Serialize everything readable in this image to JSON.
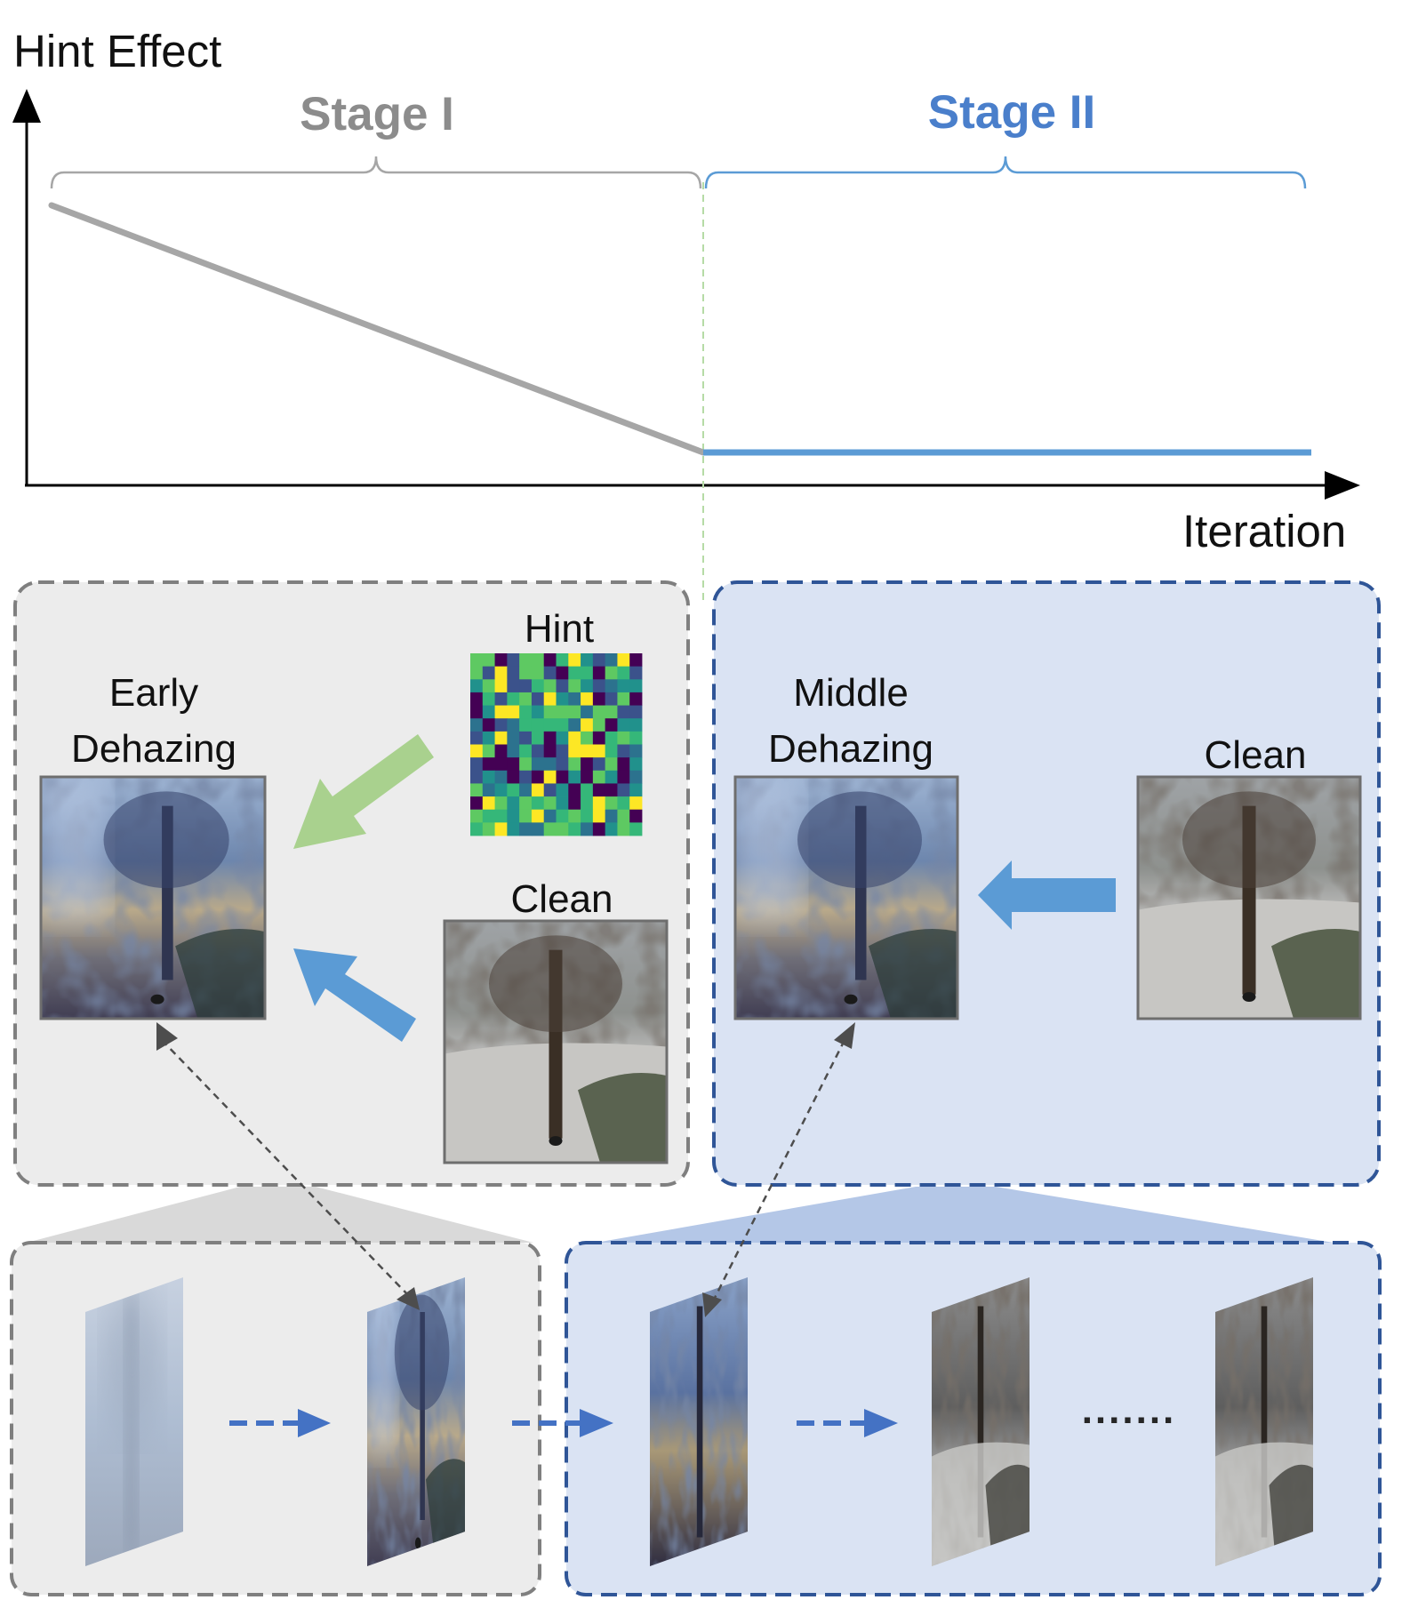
{
  "axes": {
    "y_label": "Hint Effect",
    "x_label": "Iteration"
  },
  "stages": {
    "stage1": {
      "label": "Stage I",
      "color": "#8c8c8c"
    },
    "stage2": {
      "label": "Stage II",
      "color": "#4a7fcb"
    }
  },
  "colors": {
    "stage1_line": "#a6a6a6",
    "stage2_line": "#5b9bd5",
    "hint_arrow": "#a9d18e",
    "clean_arrow": "#5b9bd5",
    "flow_arrow": "#4472c4",
    "panel1_fill": "#ececec",
    "panel2_fill": "#dae3f3",
    "panel1_border": "#7f7f7f",
    "panel2_border": "#2f5597"
  },
  "stage1_panel": {
    "output_label_line1": "Early",
    "output_label_line2": "Dehazing",
    "hint_label": "Hint",
    "clean_label": "Clean"
  },
  "stage2_panel": {
    "output_label_line1": "Middle",
    "output_label_line2": "Dehazing",
    "clean_label": "Clean"
  },
  "sequence": {
    "ellipsis": "......."
  },
  "icons": [
    "hint-noise-map",
    "hazy-frame",
    "clean-frame"
  ]
}
